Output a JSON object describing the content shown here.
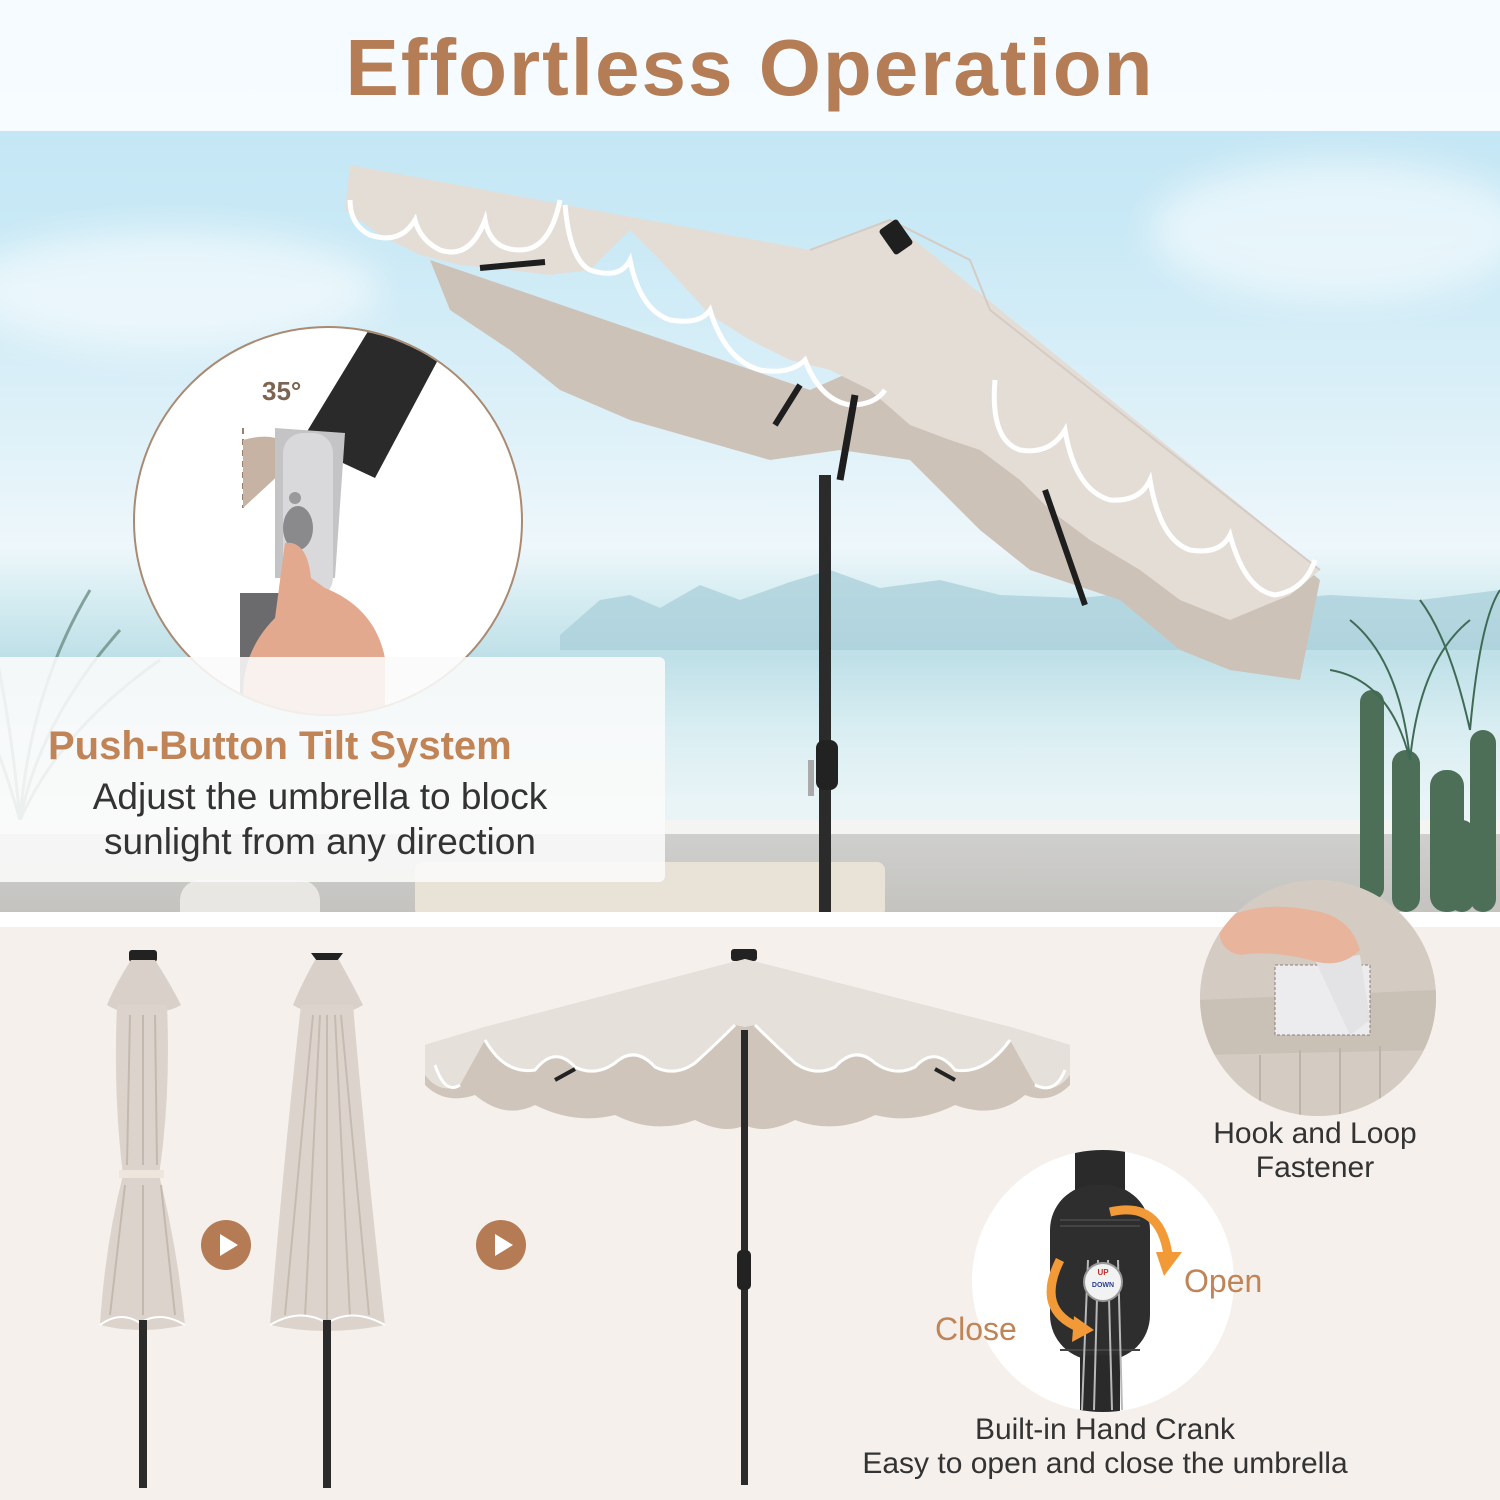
{
  "header": {
    "title": "Effortless Operation"
  },
  "tilt_feature": {
    "angle_label": "35°",
    "title": "Push-Button Tilt System",
    "description_line1": "Adjust the umbrella to block",
    "description_line2": "sunlight from any direction"
  },
  "fastener_feature": {
    "label_line1": "Hook and Loop",
    "label_line2": "Fastener"
  },
  "crank_feature": {
    "open_label": "Open",
    "close_label": "Close",
    "badge_up": "UP",
    "badge_down": "DOWN",
    "title": "Built-in Hand Crank",
    "description": "Easy to open and close the umbrella"
  },
  "sequence": {
    "steps": [
      "closed-fastened",
      "closed-unfastened",
      "open"
    ],
    "arrow_icon": "play-arrow-icon"
  },
  "colors": {
    "accent": "#B47D55",
    "play_circle": "#B57B55",
    "canopy": "#E3DCD5",
    "canopy_shade": "#CDC2B8",
    "trim": "#FFFFFF",
    "pole": "#2B2B2B",
    "panel_bg": "#F5F0EC",
    "crank_arrow": "#F29A38",
    "text_dark": "#333333"
  }
}
